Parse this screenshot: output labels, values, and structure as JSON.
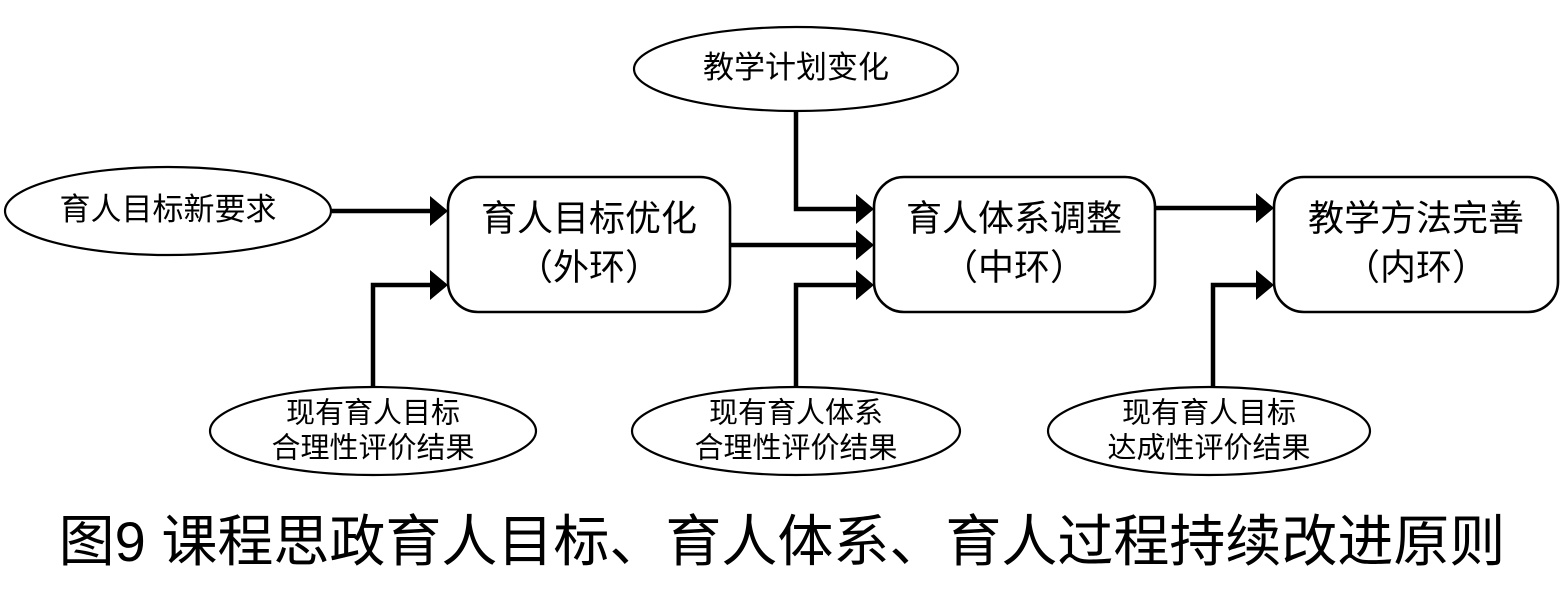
{
  "figure": {
    "caption": "图9 课程思政育人目标、育人体系、育人过程持续改进原则",
    "background_color": "#ffffff",
    "line_color": "#000000"
  },
  "nodes": {
    "input_left": {
      "label": "育人目标新要求",
      "shape": "ellipse"
    },
    "input_top": {
      "label": "教学计划变化",
      "shape": "ellipse"
    },
    "process_outer": {
      "line1": "育人目标优化",
      "line2": "（外环）",
      "shape": "rounded-rect"
    },
    "process_middle": {
      "line1": "育人体系调整",
      "line2": "（中环）",
      "shape": "rounded-rect"
    },
    "process_inner": {
      "line1": "教学方法完善",
      "line2": "（内环）",
      "shape": "rounded-rect"
    },
    "eval_goal_rationality": {
      "line1": "现有育人目标",
      "line2": "合理性评价结果",
      "shape": "ellipse"
    },
    "eval_system_rationality": {
      "line1": "现有育人体系",
      "line2": "合理性评价结果",
      "shape": "ellipse"
    },
    "eval_goal_attainment": {
      "line1": "现有育人目标",
      "line2": "达成性评价结果",
      "shape": "ellipse"
    }
  },
  "edges": [
    {
      "from": "input_left",
      "to": "process_outer",
      "style": "straight-arrow"
    },
    {
      "from": "eval_goal_rationality",
      "to": "process_outer",
      "style": "elbow-arrow"
    },
    {
      "from": "input_top",
      "to": "process_middle",
      "style": "elbow-arrow"
    },
    {
      "from": "process_outer",
      "to": "process_middle",
      "style": "straight-arrow"
    },
    {
      "from": "eval_system_rationality",
      "to": "process_middle",
      "style": "elbow-arrow"
    },
    {
      "from": "process_middle",
      "to": "process_inner",
      "style": "straight-arrow"
    },
    {
      "from": "eval_goal_attainment",
      "to": "process_inner",
      "style": "elbow-arrow"
    }
  ]
}
